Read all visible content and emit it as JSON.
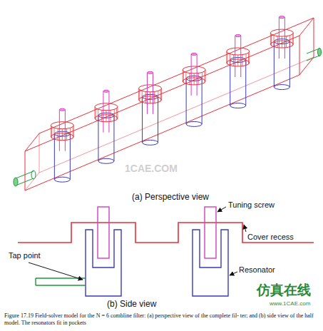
{
  "diagram": {
    "caption": "Figure 17.19 Field-solver model for the N = 6 combline filter: (a) perspective view of the complete fil- ter; and (b) side view of the half model. The resonators fit in pockets",
    "labels": [
      "1CAE.COM",
      "(a) Perspective view",
      "Tuning screw",
      "Cover recess",
      "Tap point",
      "Resonator",
      "(b) Side view",
      "仿真在线",
      "www.1CAE.com"
    ]
  }
}
